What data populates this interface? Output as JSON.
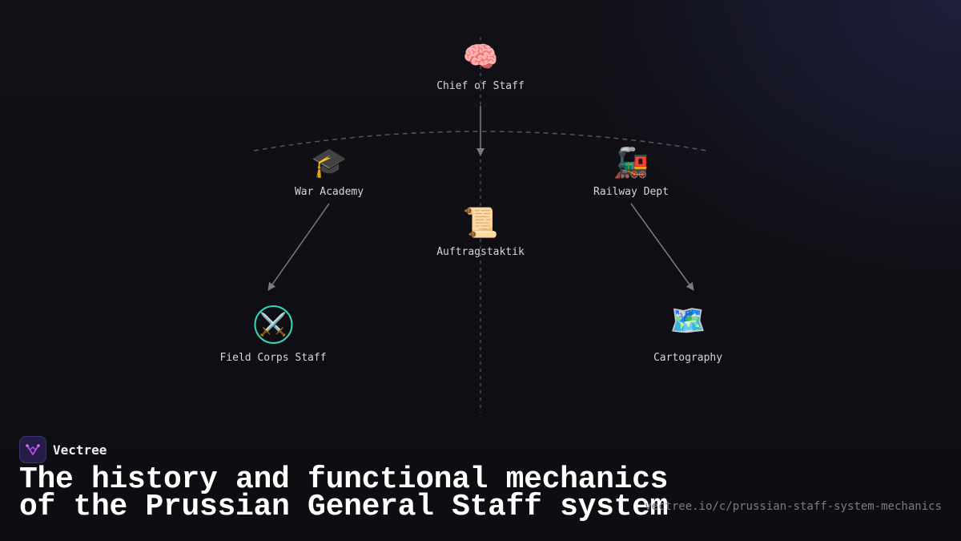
{
  "diagram": {
    "nodes": [
      {
        "id": "chief",
        "label": "Chief of Staff",
        "icon": "brain-icon",
        "glyph": "🧠"
      },
      {
        "id": "academy",
        "label": "War Academy",
        "icon": "graduation-cap-icon",
        "glyph": "🎓"
      },
      {
        "id": "railway",
        "label": "Railway Dept",
        "icon": "locomotive-icon",
        "glyph": "🚂"
      },
      {
        "id": "auftrag",
        "label": "Auftragstaktik",
        "icon": "scroll-icon",
        "glyph": "📜"
      },
      {
        "id": "field",
        "label": "Field Corps Staff",
        "icon": "crossed-swords-icon",
        "glyph": "⚔️",
        "highlighted": true
      },
      {
        "id": "carto",
        "label": "Cartography",
        "icon": "world-map-icon",
        "glyph": "🗺️"
      }
    ],
    "edges": [
      {
        "from": "chief",
        "to": "auftrag"
      },
      {
        "from": "academy",
        "to": "field"
      },
      {
        "from": "railway",
        "to": "carto"
      }
    ],
    "colors": {
      "highlight_ring": "#35d6b8",
      "edge": "#6e6e76",
      "guide": "#4a4a52"
    }
  },
  "footer": {
    "brand_name": "Vectree",
    "brand_icon": "vectree-logo-icon",
    "title_line1": "The history and functional mechanics",
    "title_line2": "of the Prussian General Staff system",
    "url": "vectree.io/c/prussian-staff-system-mechanics"
  }
}
